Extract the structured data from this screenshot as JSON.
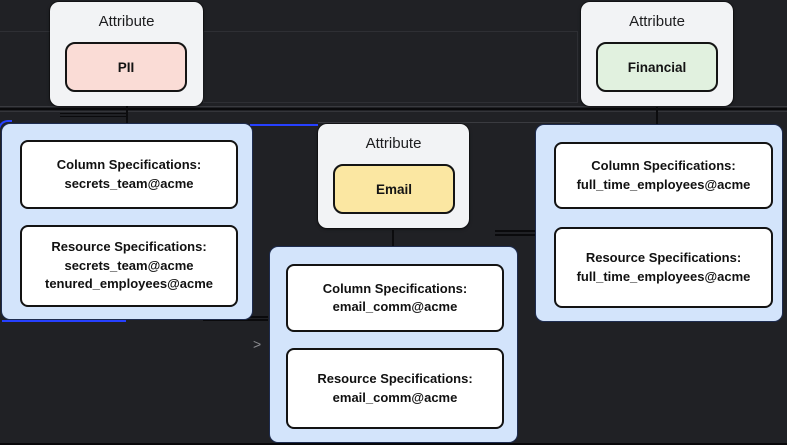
{
  "attributes": [
    {
      "title": "Attribute",
      "label": "PII",
      "color": "#fadcd6"
    },
    {
      "title": "Attribute",
      "label": "Email",
      "color": "#fbe7a2"
    },
    {
      "title": "Attribute",
      "label": "Financial",
      "color": "#e1f1df"
    }
  ],
  "containers": [
    {
      "name": "pii-specifications",
      "boxes": [
        {
          "lines": [
            "Column Specifications:",
            "secrets_team@acme"
          ]
        },
        {
          "lines": [
            "Resource Specifications:",
            "secrets_team@acme",
            "tenured_employees@acme"
          ]
        }
      ]
    },
    {
      "name": "email-specifications",
      "boxes": [
        {
          "lines": [
            "Column Specifications:",
            "email_comm@acme"
          ]
        },
        {
          "lines": [
            "Resource Specifications:",
            "email_comm@acme"
          ]
        }
      ]
    },
    {
      "name": "financial-specifications",
      "boxes": [
        {
          "lines": [
            "Column Specifications:",
            "full_time_employees@acme"
          ]
        },
        {
          "lines": [
            "Resource Specifications:",
            "full_time_employees@acme"
          ]
        }
      ]
    }
  ],
  "edges": {
    "arrow_glyph": ">"
  },
  "colors": {
    "edge_blue": "#2640ff",
    "container_fill": "#d3e4fb",
    "canvas_background": "#202125"
  }
}
